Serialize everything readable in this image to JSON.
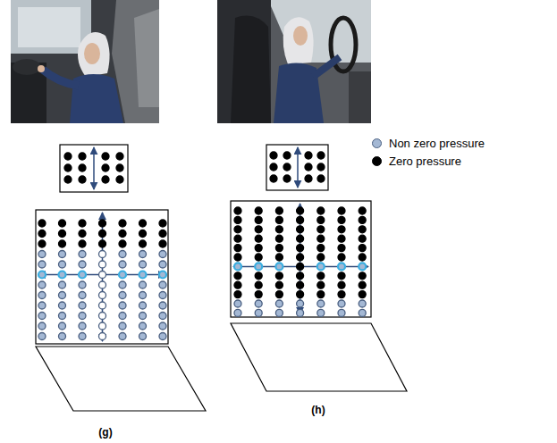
{
  "diagram": {
    "labels": [
      "(g)",
      "(h)"
    ],
    "legend": [
      {
        "text": "Non zero pressure",
        "color": "#a4b8d4"
      },
      {
        "text": "Zero pressure",
        "color": "#000000"
      }
    ]
  }
}
